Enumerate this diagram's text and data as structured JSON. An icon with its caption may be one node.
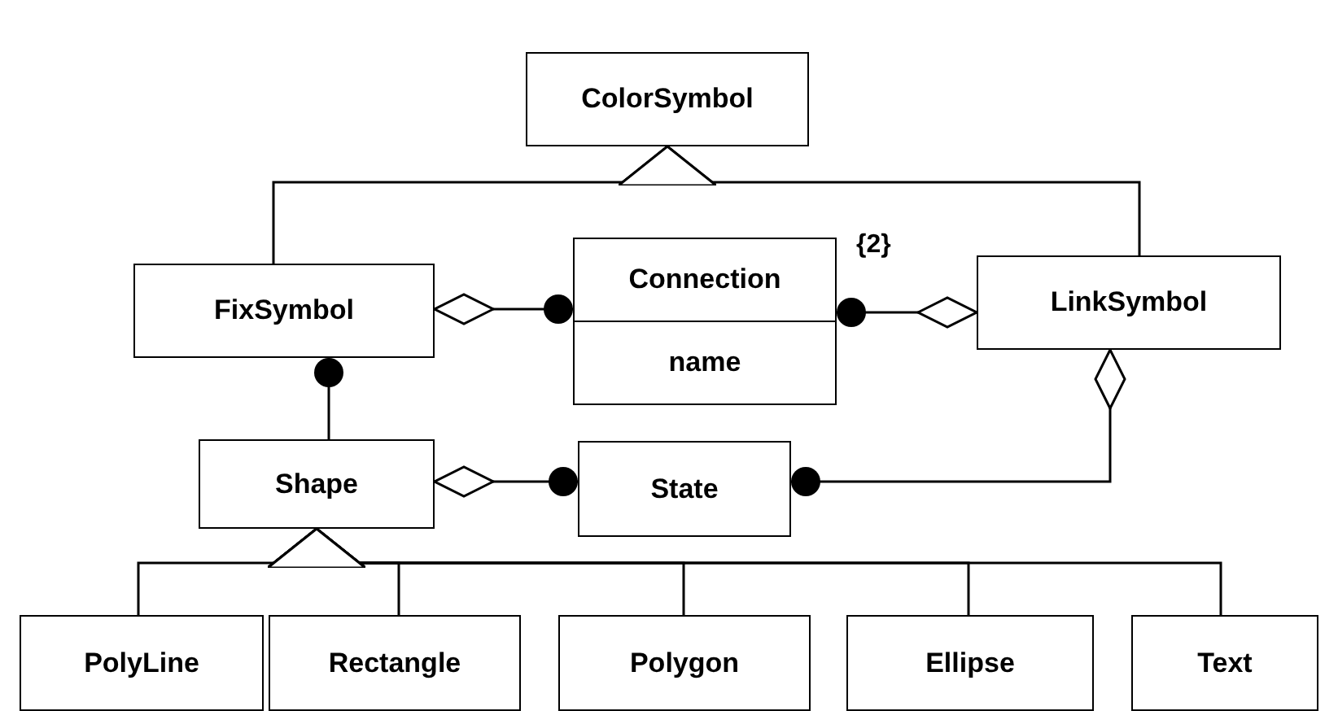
{
  "diagram": {
    "nodes": [
      {
        "text": [
          "ColorSymbol"
        ]
      },
      {
        "text": [
          "FixSymbol"
        ]
      },
      {
        "text": [
          "Connection",
          "name"
        ]
      },
      {
        "text": [
          "LinkSymbol"
        ]
      },
      {
        "text": [
          "Shape"
        ]
      },
      {
        "text": [
          "State"
        ]
      },
      {
        "text": [
          "PolyLine"
        ]
      },
      {
        "text": [
          "Rectangle"
        ]
      },
      {
        "text": [
          "Polygon"
        ]
      },
      {
        "text": [
          "Ellipse"
        ]
      },
      {
        "text": [
          "Text"
        ]
      }
    ],
    "edges": [
      {
        "from": 1,
        "to": 0,
        "arrow": "to"
      },
      {
        "from": 3,
        "to": 0,
        "arrow": "to"
      },
      {
        "from": 1,
        "to": 2,
        "arrow": "other"
      },
      {
        "from": 2,
        "to": 3,
        "arrow": "other",
        "label": "{2}"
      },
      {
        "from": 1,
        "to": 4,
        "arrow": "other"
      },
      {
        "from": 4,
        "to": 5,
        "arrow": "other"
      },
      {
        "from": 3,
        "to": 5,
        "arrow": "other"
      },
      {
        "from": 6,
        "to": 4,
        "arrow": "to"
      },
      {
        "from": 7,
        "to": 4,
        "arrow": "to"
      },
      {
        "from": 8,
        "to": 4,
        "arrow": "to"
      },
      {
        "from": 9,
        "to": 4,
        "arrow": "to"
      },
      {
        "from": 10,
        "to": 4,
        "arrow": "to"
      }
    ]
  }
}
